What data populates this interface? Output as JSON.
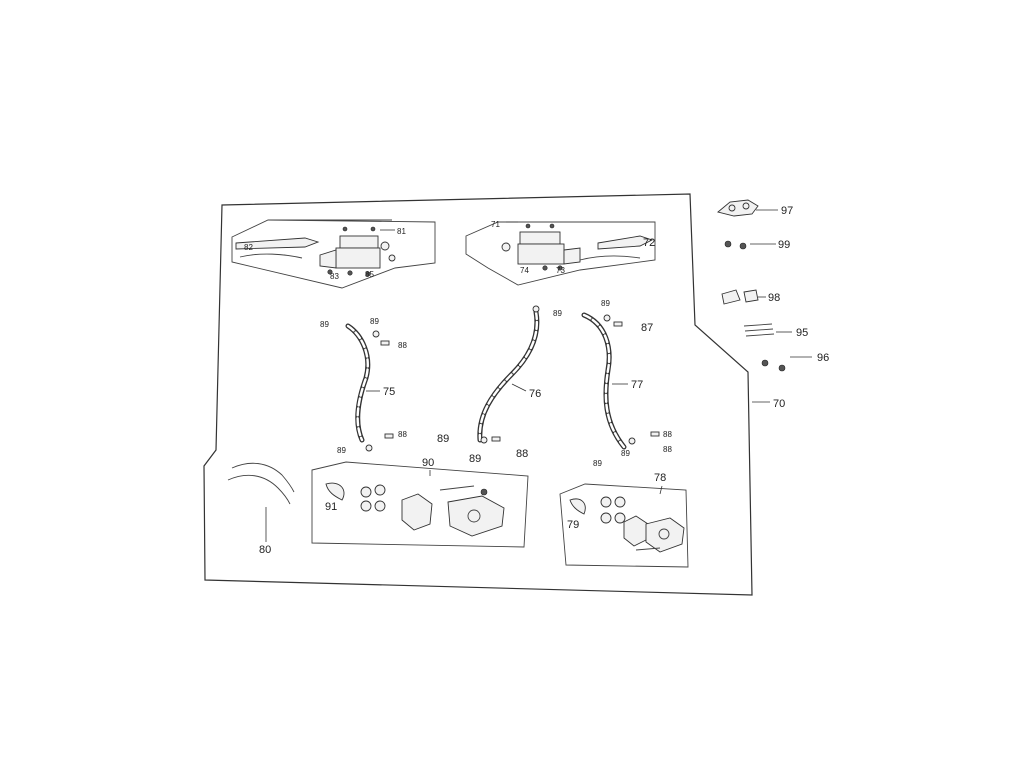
{
  "callouts": {
    "c70": "70",
    "c71": "71",
    "c72": "72",
    "c73": "73",
    "c74": "74",
    "c75": "75",
    "c76": "76",
    "c77": "77",
    "c78": "78",
    "c79": "79",
    "c80": "80",
    "c81": "81",
    "c82": "82",
    "c83": "83",
    "c85": "85",
    "c87": "87",
    "c88": "88",
    "c89": "89",
    "c90": "90",
    "c91": "91",
    "c95": "95",
    "c96": "96",
    "c97": "97",
    "c98": "98",
    "c99": "99"
  }
}
